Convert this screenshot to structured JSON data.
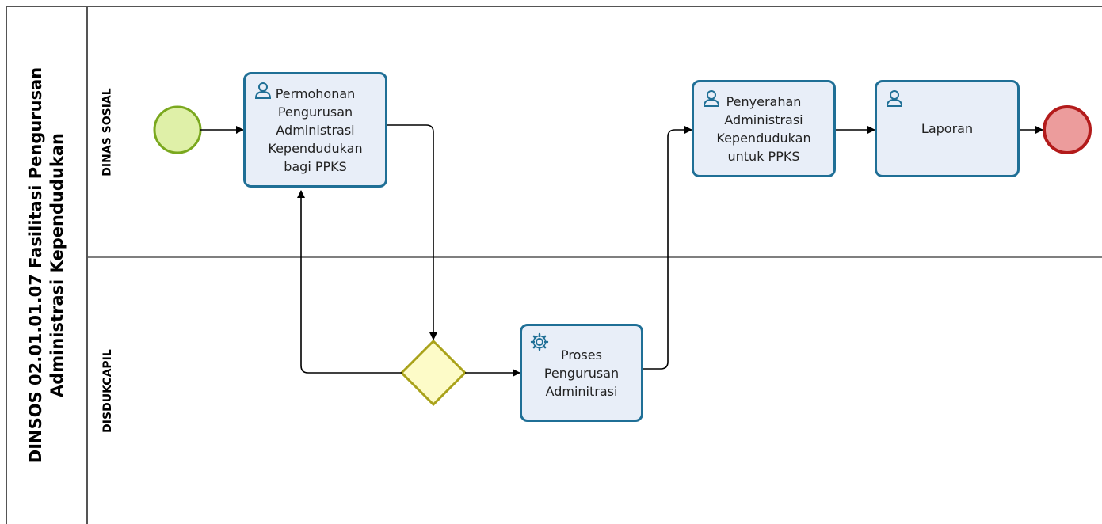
{
  "pool": {
    "title_line1": "DINSOS 02.01.01.07 Fasilitasi Pengurusan",
    "title_line2": "Administrasi Kependudukan"
  },
  "lanes": [
    {
      "label": "DINAS SOSIAL"
    },
    {
      "label": "DISDUKCAPIL"
    }
  ],
  "tasks": {
    "permohonan": {
      "label": "Permohonan Pengurusan Administrasi Kependudukan bagi PPKS",
      "icon": "user-icon"
    },
    "penyerahan": {
      "label": "Penyerahan Administrasi Kependudukan untuk PPKS",
      "icon": "user-icon"
    },
    "laporan": {
      "label": "Laporan",
      "icon": "user-icon"
    },
    "proses": {
      "label": "Proses Pengurusan Adminitrasi",
      "icon": "gear-icon"
    }
  },
  "colors": {
    "task_border": "#1f6f96",
    "task_fill": "#e8eef8",
    "start_fill": "#dff0a8",
    "start_stroke": "#7aa81e",
    "end_fill": "#ec9c9c",
    "end_stroke": "#b31b1b",
    "gateway_fill": "#fdfbc8",
    "gateway_stroke": "#a9a21a"
  }
}
